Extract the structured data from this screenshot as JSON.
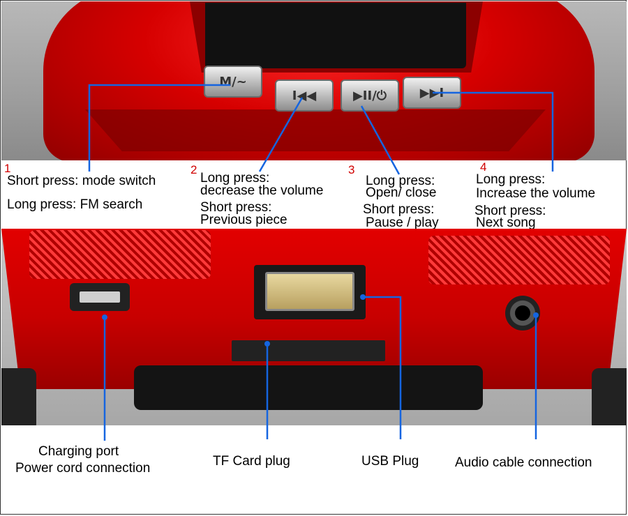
{
  "buttons": [
    {
      "glyph": "M/~"
    },
    {
      "glyph": "I◀◀"
    },
    {
      "glyph": "▶II/⏻"
    },
    {
      "glyph": "▶▶I"
    }
  ],
  "top_labels": {
    "n1": "1",
    "l1a": "Short press: mode switch",
    "l1b": "Long press: FM search",
    "n2": "2",
    "l2a": "Long press:",
    "l2b": "decrease the volume",
    "l2c": "Short press:",
    "l2d": "Previous piece",
    "n3": "3",
    "l3a": "Long press:",
    "l3b": "Open/ close",
    "l3c": "Short press:",
    "l3d": "Pause / play",
    "n4": "4",
    "l4a": "Long press:",
    "l4b": "Increase the volume",
    "l4c": "Short press:",
    "l4d": "Next song"
  },
  "bottom_labels": {
    "charging_a": "Charging port",
    "charging_b": "Power cord connection",
    "tf": "TF Card plug",
    "usb": "USB Plug",
    "audio": "Audio cable connection"
  },
  "colors": {
    "callout": "#1565e0",
    "number": "#d00000",
    "body": "#d60000"
  }
}
